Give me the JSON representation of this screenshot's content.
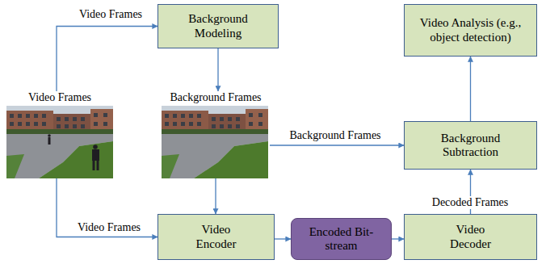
{
  "diagram": {
    "nodes": [
      {
        "text": [
          "Background Modeling"
        ]
      },
      {
        "text": [
          "Video Analysis (e.g., object detection)"
        ]
      },
      {
        "text": [
          "Video Frames"
        ]
      },
      {
        "text": [
          "Background Frames"
        ]
      },
      {
        "text": [
          "Background Subtraction"
        ]
      },
      {
        "text": [
          "Video Encoder"
        ]
      },
      {
        "text": [
          "Encoded Bit-stream"
        ]
      },
      {
        "text": [
          "Video Decoder"
        ]
      }
    ],
    "edges": [
      {
        "from": 2,
        "to": 0,
        "label": "Video Frames",
        "arrow": "to"
      },
      {
        "from": 0,
        "to": 3,
        "arrow": "to"
      },
      {
        "from": 3,
        "to": 4,
        "label": "Background Frames",
        "arrow": "to"
      },
      {
        "from": 3,
        "to": 5,
        "arrow": "to"
      },
      {
        "from": 2,
        "to": 5,
        "label": "Video Frames",
        "arrow": "to"
      },
      {
        "from": 5,
        "to": 6,
        "arrow": "to"
      },
      {
        "from": 6,
        "to": 7,
        "arrow": "to"
      },
      {
        "from": 7,
        "to": 4,
        "label": "Decoded Frames",
        "arrow": "to"
      },
      {
        "from": 4,
        "to": 1,
        "arrow": "to"
      }
    ]
  }
}
